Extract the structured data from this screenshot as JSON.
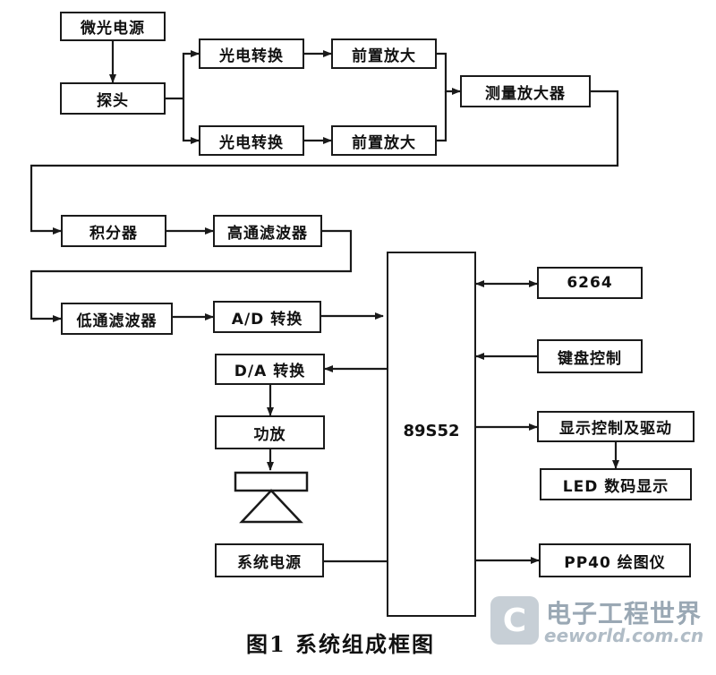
{
  "blocks": {
    "laser_power": "微光电源",
    "probe": "探头",
    "photo_convert_1": "光电转换",
    "photo_convert_2": "光电转换",
    "preamp_1": "前置放大",
    "preamp_2": "前置放大",
    "meas_amp": "测量放大器",
    "integrator": "积分器",
    "hpf": "高通滤波器",
    "lpf": "低通滤波器",
    "adc": "A/D 转换",
    "dac": "D/A 转换",
    "power_amp": "功放",
    "sys_power": "系统电源",
    "mcu": "89S52",
    "ram": "6264",
    "keyboard": "键盘控制",
    "display_ctrl": "显示控制及驱动",
    "led": "LED 数码显示",
    "plotter": "PP40 绘图仪"
  },
  "caption": "图1  系统组成框图",
  "watermark": {
    "cn": "电子工程世界",
    "en": "eeworld.com.cn"
  }
}
